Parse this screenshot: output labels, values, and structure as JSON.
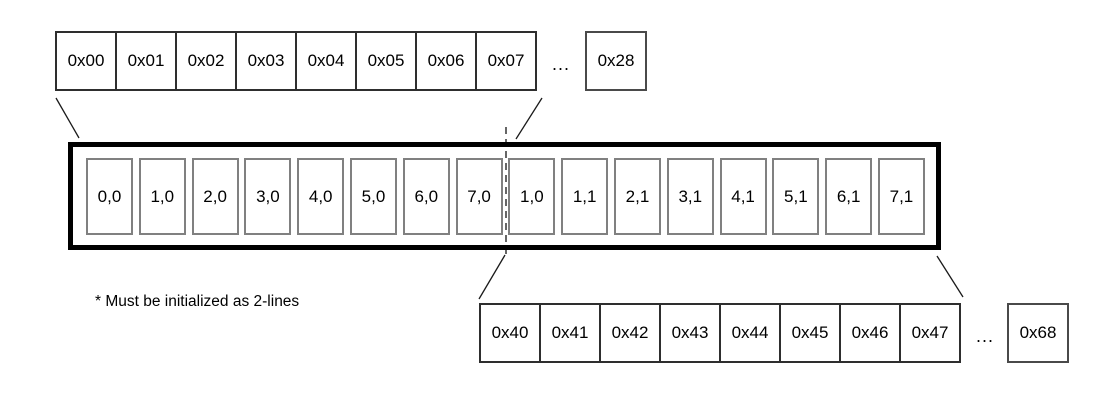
{
  "top_address_row": {
    "cells": [
      "0x00",
      "0x01",
      "0x02",
      "0x03",
      "0x04",
      "0x05",
      "0x06",
      "0x07"
    ],
    "ellipsis": "...",
    "last_cell": "0x28"
  },
  "line_buffer": {
    "cells": [
      "0,0",
      "1,0",
      "2,0",
      "3,0",
      "4,0",
      "5,0",
      "6,0",
      "7,0",
      "1,0",
      "1,1",
      "2,1",
      "3,1",
      "4,1",
      "5,1",
      "6,1",
      "7,1"
    ]
  },
  "bottom_address_row": {
    "cells": [
      "0x40",
      "0x41",
      "0x42",
      "0x43",
      "0x44",
      "0x45",
      "0x46",
      "0x47"
    ],
    "ellipsis": "...",
    "last_cell": "0x68"
  },
  "note": {
    "text": "* Must be initialized as 2-lines"
  },
  "colors": {
    "ink": "#000000",
    "background": "#ffffff",
    "outer_rect_border": "#000000",
    "address_cell_border": "#2e2e2e",
    "buffer_cell_border": "#808080"
  }
}
